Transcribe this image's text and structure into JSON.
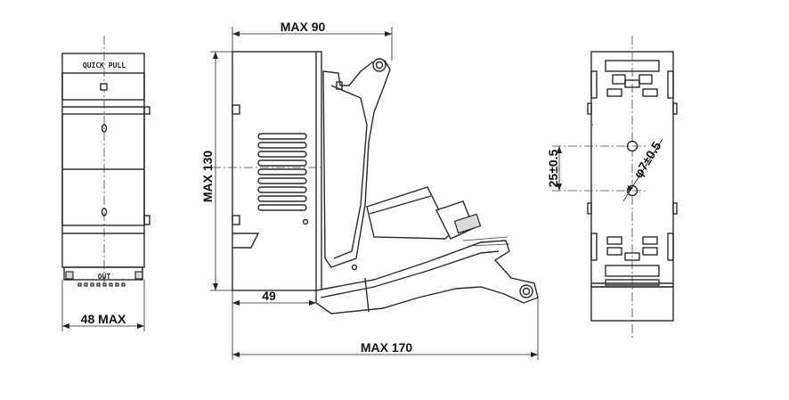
{
  "dimensions": {
    "width_front": "48 MAX",
    "width_side_top": "MAX 90",
    "height_side": "MAX 130",
    "offset_bottom": "49",
    "width_side_bottom": "MAX 170",
    "hole_spacing": "25±0.5",
    "hole_diameter": "φ7±0.5"
  },
  "labels": {
    "quick_pull": "QUICK PULL",
    "out": "OUT"
  }
}
